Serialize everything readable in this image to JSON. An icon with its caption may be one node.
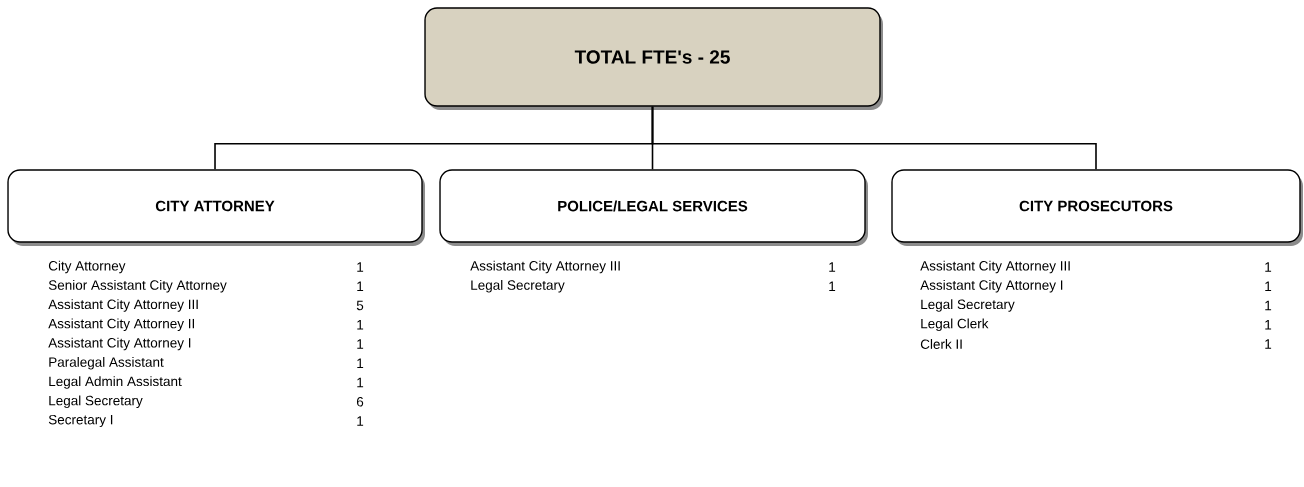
{
  "diagram": {
    "nodes": [
      {
        "text": [
          "TOTAL FTE's - 25"
        ]
      },
      {
        "text": [
          "CITY ATTORNEY"
        ],
        "beside": [
          "City Attorney",
          "1",
          "Senior Assistant City Attorney",
          "1",
          "Assistant City Attorney III",
          "5",
          "Assistant City Attorney II",
          "1",
          "Assistant City Attorney I",
          "1",
          "Paralegal Assistant",
          "1",
          "Legal Admin Assistant",
          "1",
          "Legal Secretary",
          "6",
          "Secretary I",
          "1"
        ]
      },
      {
        "text": [
          "POLICE/LEGAL SERVICES"
        ],
        "beside": [
          "Assistant City Attorney III",
          "1",
          "Legal Secretary",
          "1"
        ]
      },
      {
        "text": [
          "CITY PROSECUTORS"
        ],
        "beside": [
          "Assistant City Attorney III",
          "1",
          "Assistant City Attorney I",
          "1",
          "Legal Secretary",
          "1",
          "Legal Clerk",
          "1",
          "Clerk II",
          "1"
        ]
      }
    ],
    "edges": [
      {
        "from": 0,
        "to": 1,
        "arrow": "none"
      },
      {
        "from": 0,
        "to": 2,
        "arrow": "none"
      },
      {
        "from": 0,
        "to": 3,
        "arrow": "none"
      }
    ]
  }
}
